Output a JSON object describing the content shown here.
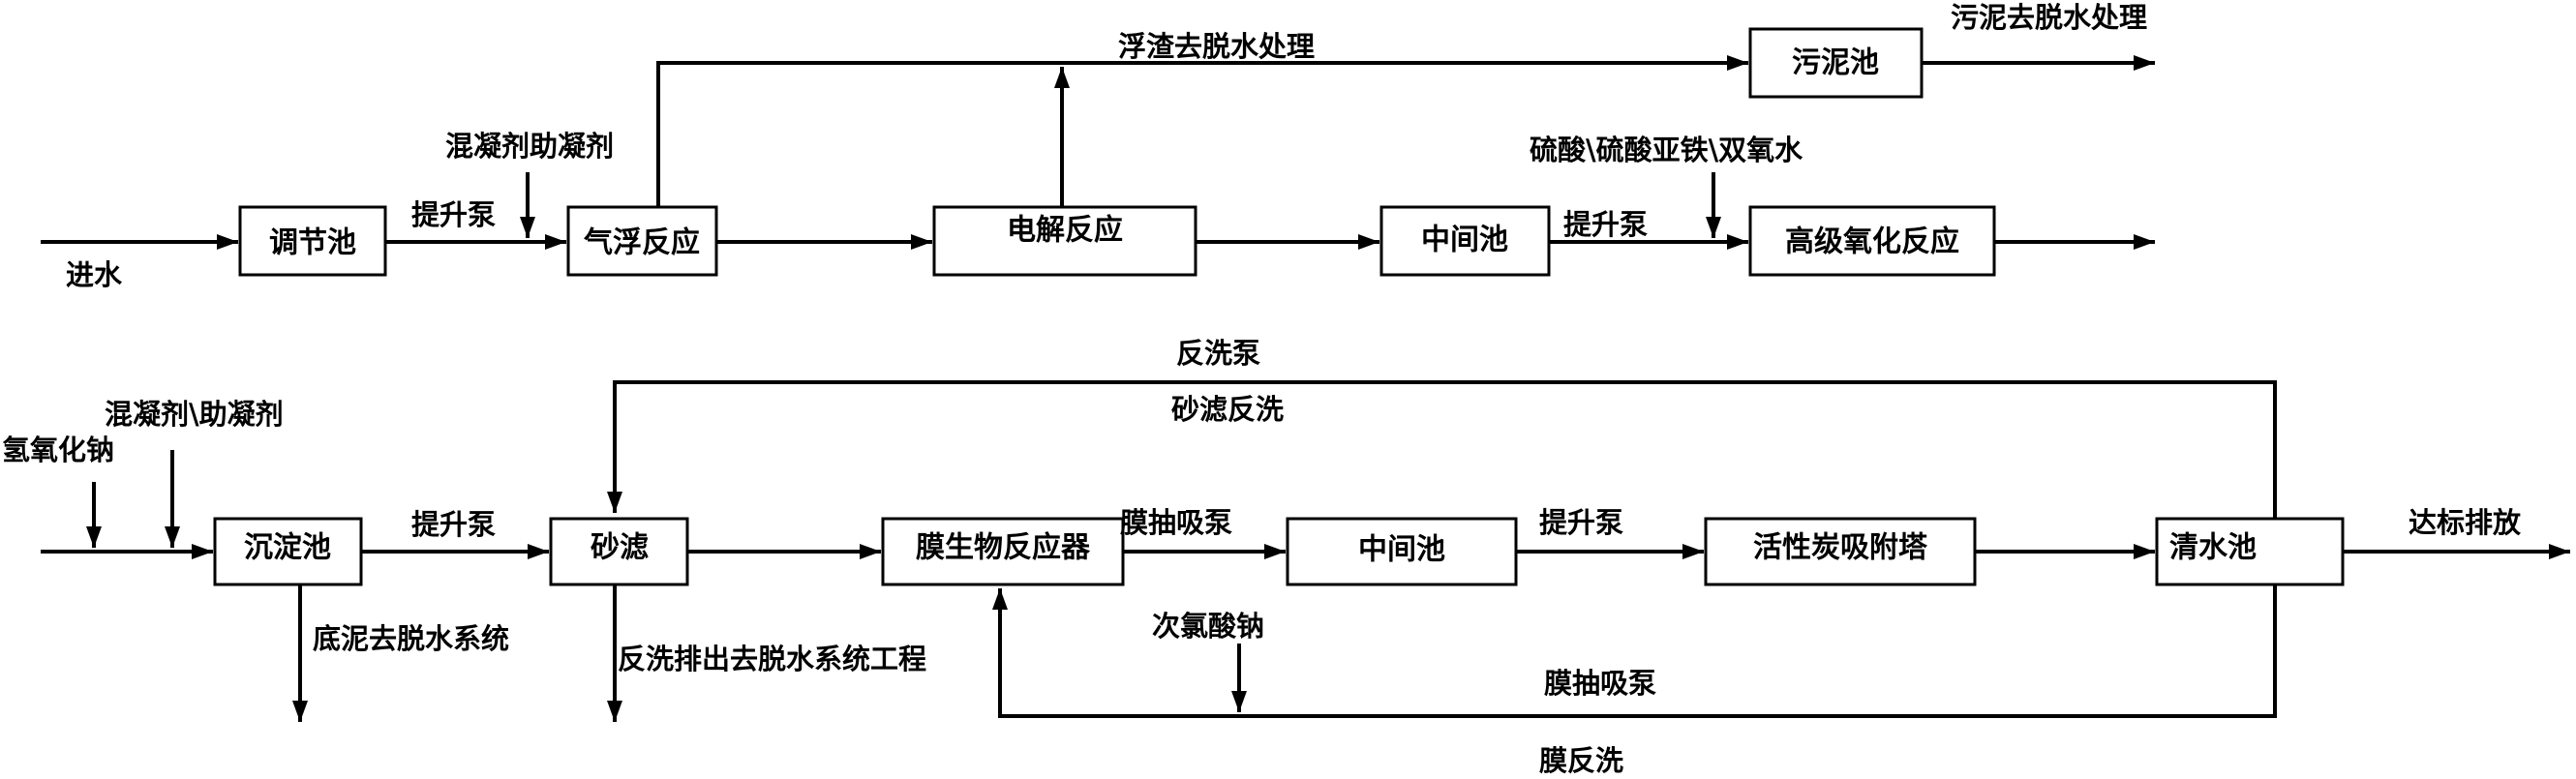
{
  "boxes": {
    "adjust_tank": "调节池",
    "air_flotation": "气浮反应",
    "electrolysis": "电解反应",
    "middle_tank_1": "中间池",
    "sludge_tank": "污泥池",
    "advanced_oxidation": "高级氧化反应",
    "settling_tank": "沉淀池",
    "sand_filter": "砂滤",
    "mbr": "膜生物反应器",
    "middle_tank_2": "中间池",
    "carbon_tower": "活性炭吸附塔",
    "clear_tank": "清水池"
  },
  "labels": {
    "inlet": "进水",
    "lift_pump_1": "提升泵",
    "coagulant_1": "混凝剂助凝剂",
    "scum_dewater": "浮渣去脱水处理",
    "sludge_dewater": "污泥去脱水处理",
    "lift_pump_2": "提升泵",
    "oxidant_dosing": "硫酸\\硫酸亚铁\\双氧水",
    "naoh": "氢氧化钠",
    "coagulant_2": "混凝剂\\助凝剂",
    "lift_pump_3": "提升泵",
    "bottom_sludge": "底泥去脱水系统",
    "backwash_discharge": "反洗排出去脱水系统工程",
    "membrane_suction_pump": "膜抽吸泵",
    "lift_pump_4": "提升泵",
    "discharge": "达标排放",
    "backwash_pump": "反洗泵",
    "sand_backwash": "砂滤反洗",
    "sodium_hypochlorite": "次氯酸钠",
    "membrane_suction_pump_2": "膜抽吸泵",
    "membrane_backwash": "膜反洗"
  }
}
